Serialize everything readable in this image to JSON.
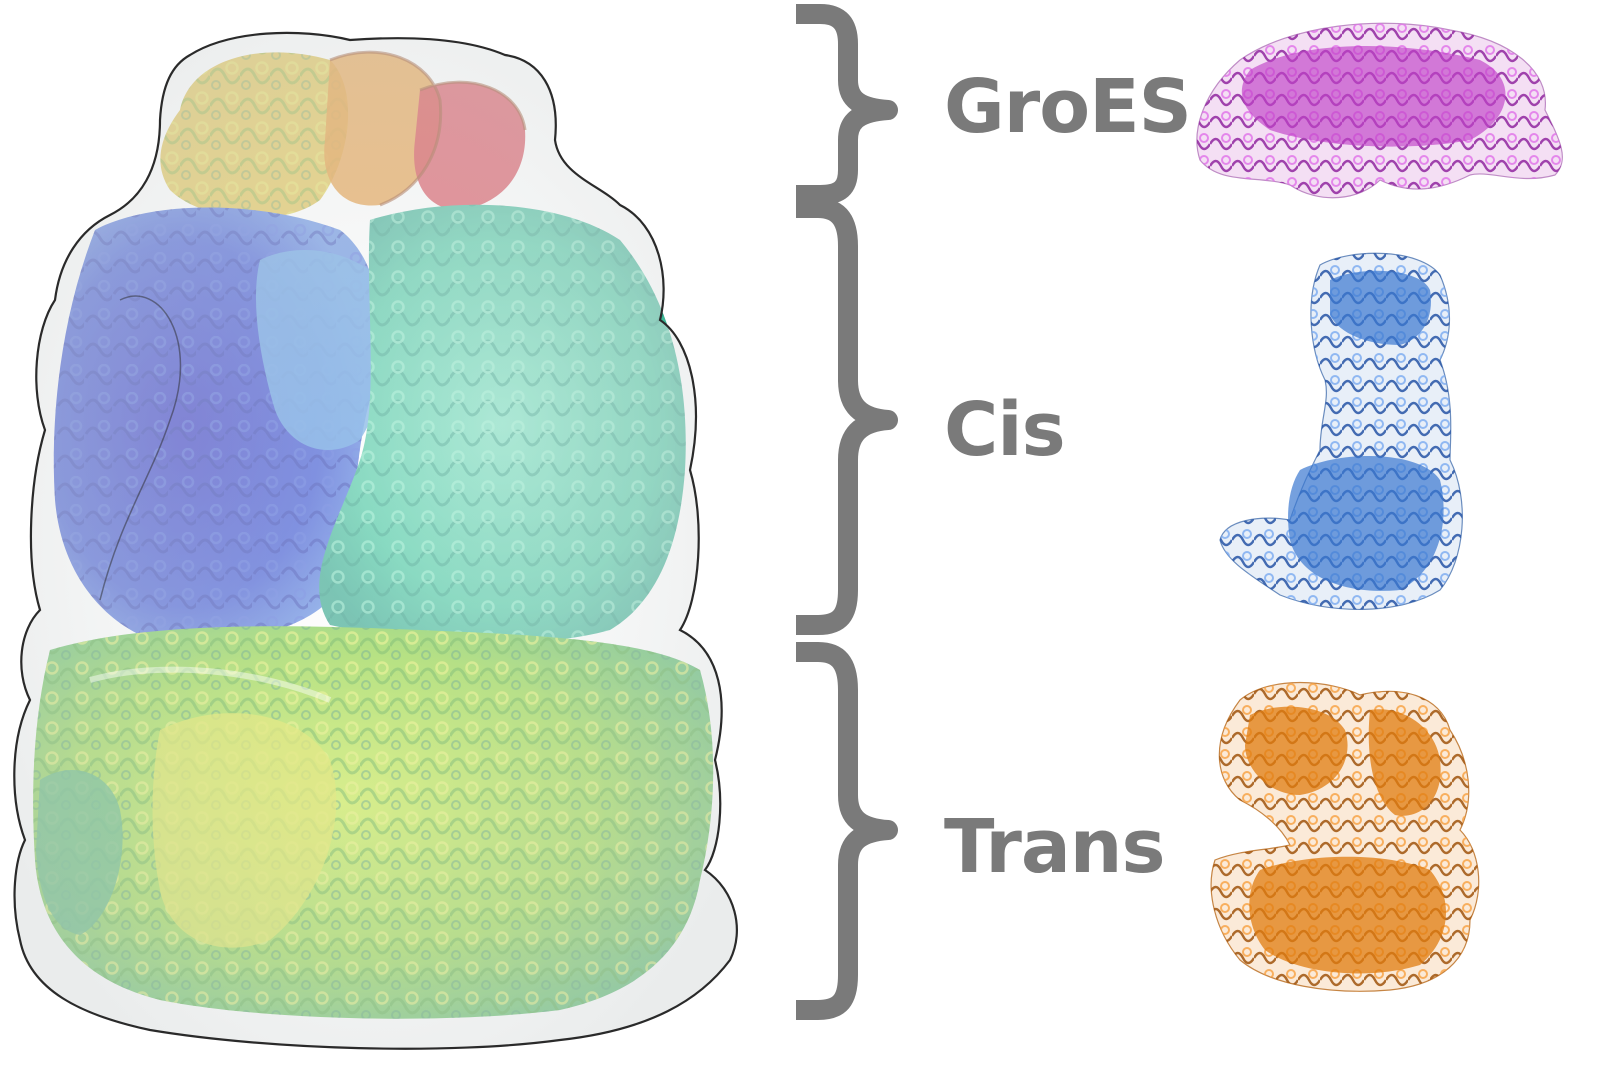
{
  "labels": {
    "groes": "GroES",
    "cis": "Cis",
    "trans": "Trans"
  },
  "colors": {
    "label": "#7a7a7a",
    "brace": "#7a7a7a",
    "groes_subunits": [
      "#d4b020",
      "#e08a20",
      "#d02a3a"
    ],
    "cis_ring": [
      "#2a3cc8",
      "#4a8fd8",
      "#4fcfa0"
    ],
    "trans_ring": [
      "#8ad13a",
      "#4cb86a",
      "#d8e03a"
    ],
    "groes_monomer": "#c040c8",
    "cis_monomer": "#3a78d0",
    "trans_monomer": "#e07c10"
  },
  "structures": {
    "complex": "chaperonin-complex-density-map",
    "groes_monomer": "groes-monomer-ribbon",
    "cis_monomer": "cis-subunit-ribbon",
    "trans_monomer": "trans-subunit-ribbon"
  }
}
